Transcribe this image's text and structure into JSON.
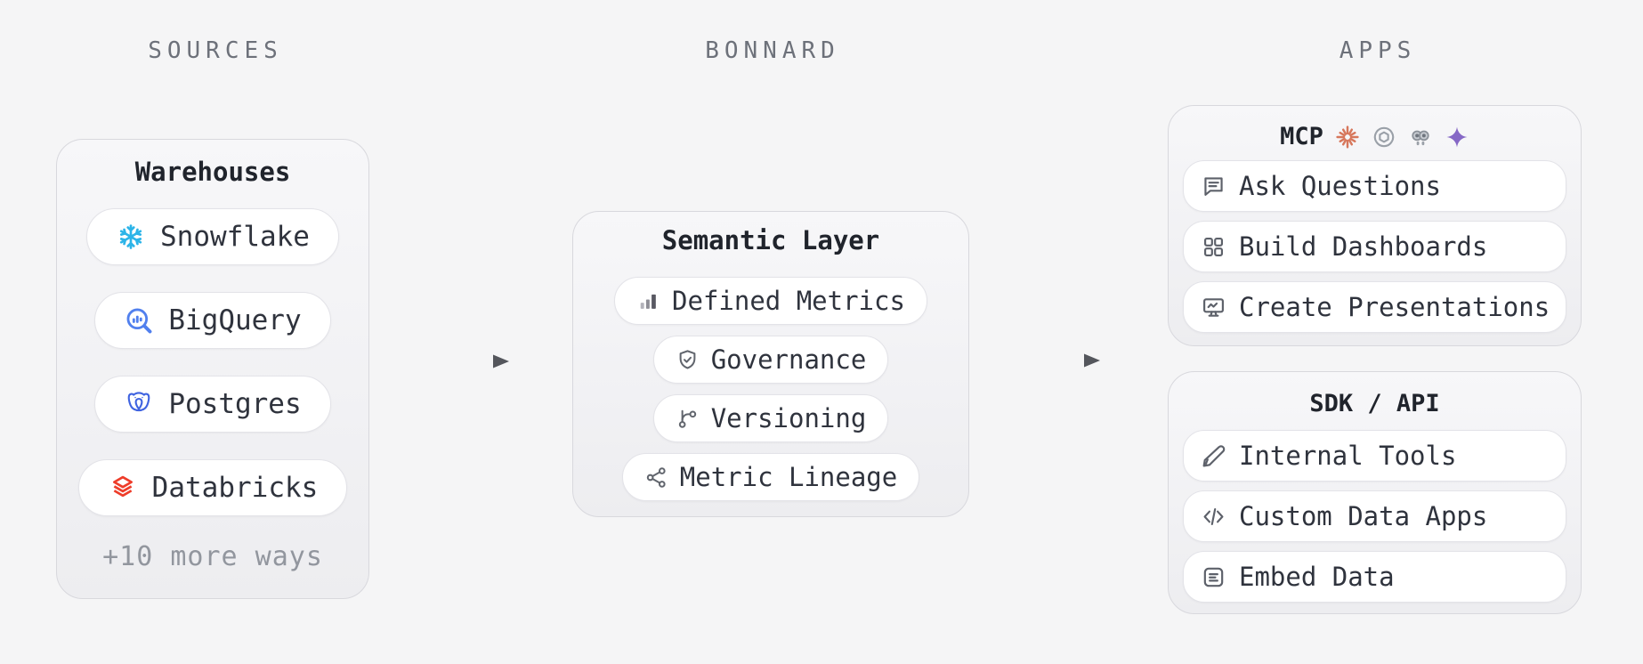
{
  "page": {
    "background": "#f5f5f6"
  },
  "headers": {
    "sources": "SOURCES",
    "bonnard": "BONNARD",
    "apps": "APPS"
  },
  "sources_card": {
    "title": "Warehouses",
    "items": [
      {
        "label": "Snowflake",
        "icon": "snowflake-icon",
        "icon_color": "#2cb4e8"
      },
      {
        "label": "BigQuery",
        "icon": "bigquery-icon",
        "icon_color": "#5180ee"
      },
      {
        "label": "Postgres",
        "icon": "postgres-icon",
        "icon_color": "#3f63e0"
      },
      {
        "label": "Databricks",
        "icon": "databricks-icon",
        "icon_color": "#ee3d2a"
      }
    ],
    "footer": "+10 more ways"
  },
  "semantic_card": {
    "title": "Semantic Layer",
    "items": [
      {
        "label": "Defined Metrics",
        "icon": "bar-chart-icon"
      },
      {
        "label": "Governance",
        "icon": "shield-check-icon"
      },
      {
        "label": "Versioning",
        "icon": "git-branch-icon"
      },
      {
        "label": "Metric Lineage",
        "icon": "share-network-icon"
      }
    ]
  },
  "mcp_card": {
    "title": "MCP",
    "client_icons": [
      "claude-icon",
      "openai-icon",
      "copilot-icon",
      "gemini-sparkle-icon"
    ],
    "items": [
      {
        "label": "Ask Questions",
        "icon": "chat-bubble-icon"
      },
      {
        "label": "Build Dashboards",
        "icon": "dashboard-grid-icon"
      },
      {
        "label": "Create Presentations",
        "icon": "presentation-icon"
      }
    ]
  },
  "sdk_card": {
    "title": "SDK / API",
    "items": [
      {
        "label": "Internal Tools",
        "icon": "pencil-icon"
      },
      {
        "label": "Custom Data Apps",
        "icon": "code-icon"
      },
      {
        "label": "Embed Data",
        "icon": "embed-lines-icon"
      }
    ]
  },
  "colors": {
    "background": "#f5f5f6",
    "card_border": "#d8d8dd",
    "pill_border": "#e3e3e8",
    "pill_bg": "#ffffff",
    "heading_gray": "#6d717a",
    "title_dark": "#20242c",
    "label_dark": "#2f333d",
    "muted_gray": "#92969e",
    "icon_gray": "#61656d",
    "snowflake_blue": "#2cb4e8",
    "bigquery_blue": "#5180ee",
    "postgres_blue": "#3f63e0",
    "databricks_red": "#ee3d2a",
    "claude_orange": "#d7775c",
    "openai_gray": "#9aa0a8",
    "gemini_purple": "#8668c6",
    "arrow_dark": "#54565c",
    "arrow_light": "#c7c7cc"
  }
}
